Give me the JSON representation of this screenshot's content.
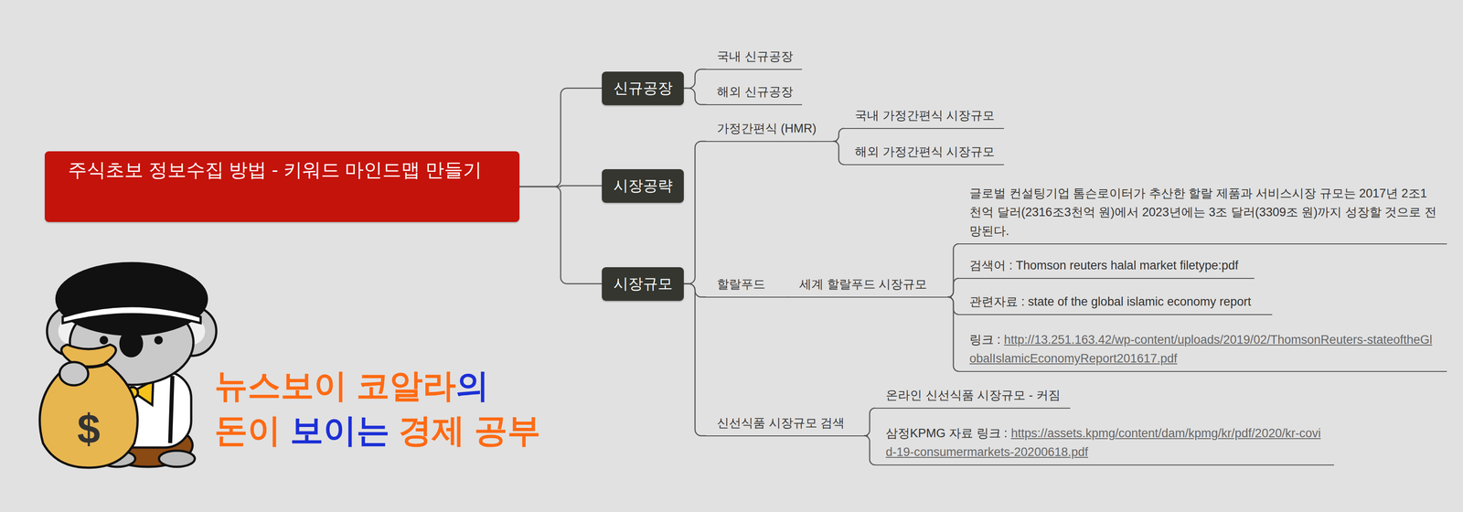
{
  "diagram": {
    "nodes": [
      {
        "text": [
          "주식초보 정보수집 방법 - 키워드 마인드맵 만들기"
        ]
      },
      {
        "text": [
          "신규공장"
        ]
      },
      {
        "text": [
          "국내 신규공장"
        ]
      },
      {
        "text": [
          "해외 신규공장"
        ]
      },
      {
        "text": [
          "시장공략"
        ]
      },
      {
        "text": [
          "시장규모"
        ]
      },
      {
        "text": [
          "가정간편식 (HMR)"
        ]
      },
      {
        "text": [
          "국내 가정간편식 시장규모"
        ]
      },
      {
        "text": [
          "해외 가정간편식 시장규모"
        ]
      },
      {
        "text": [
          "할랄푸드"
        ]
      },
      {
        "text": [
          "세계 할랄푸드 시장규모"
        ]
      },
      {
        "text": [
          "글로벌 컨설팅기업 톰슨로이터가 추산한 할랄 제품과 서비스시장 규모는 2017년 2조1천억 달러(2316조3천억 원)에서 2023년에는 3조 달러(3309조 원)까지 성장할 것으로 전망된다."
        ]
      },
      {
        "text": [
          "검색어 : Thomson reuters halal market filetype:pdf"
        ]
      },
      {
        "text": [
          "관련자료 : state of the global islamic economy report"
        ]
      },
      {
        "text": [
          "링크 :",
          "http://13.251.163.42/wp-content/uploads/2019/02/ThomsonReuters-stateoftheGlobalIslamicEconomyReport201617.pdf"
        ]
      },
      {
        "text": [
          "신선식품 시장규모 검색"
        ]
      },
      {
        "text": [
          "온라인 신선식품 시장규모 - 커짐"
        ]
      },
      {
        "text": [
          "삼정KPMG 자료 링크 :",
          "https://assets.kpmg/content/dam/kpmg/kr/pdf/2020/kr-covid-19-consumermarkets-20200618.pdf"
        ]
      }
    ],
    "edges": [
      {
        "from": 0,
        "to": 1,
        "arrow": "none"
      },
      {
        "from": 0,
        "to": 4,
        "arrow": "none"
      },
      {
        "from": 0,
        "to": 5,
        "arrow": "none"
      },
      {
        "from": 1,
        "to": 2,
        "arrow": "none"
      },
      {
        "from": 1,
        "to": 3,
        "arrow": "none"
      },
      {
        "from": 5,
        "to": 6,
        "arrow": "none"
      },
      {
        "from": 5,
        "to": 9,
        "arrow": "none"
      },
      {
        "from": 5,
        "to": 15,
        "arrow": "none"
      },
      {
        "from": 6,
        "to": 7,
        "arrow": "none"
      },
      {
        "from": 6,
        "to": 8,
        "arrow": "none"
      },
      {
        "from": 9,
        "to": 10,
        "arrow": "none"
      },
      {
        "from": 10,
        "to": 11,
        "arrow": "none"
      },
      {
        "from": 10,
        "to": 12,
        "arrow": "none"
      },
      {
        "from": 10,
        "to": 13,
        "arrow": "none"
      },
      {
        "from": 10,
        "to": 14,
        "arrow": "none"
      },
      {
        "from": 15,
        "to": 16,
        "arrow": "none"
      },
      {
        "from": 15,
        "to": 17,
        "arrow": "none"
      }
    ],
    "labels": [
      "뉴스보이 코알라",
      "의",
      "돈이",
      "보이는",
      "경제 공부",
      "$"
    ]
  }
}
